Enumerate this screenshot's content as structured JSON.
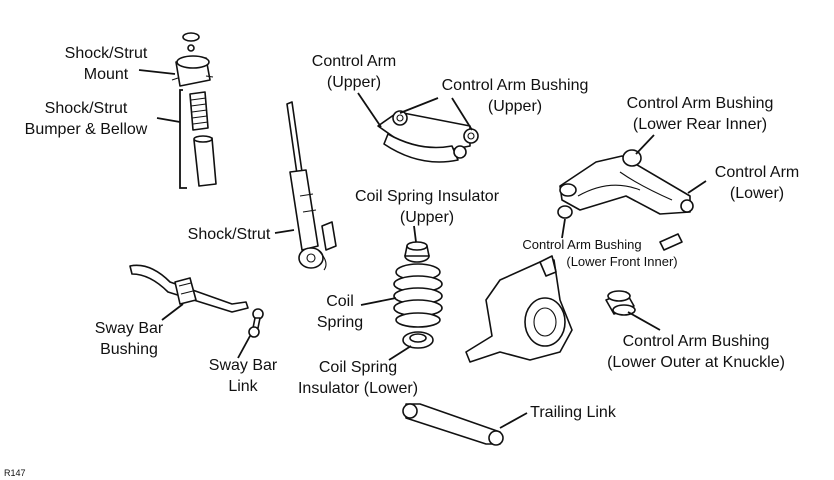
{
  "labels": {
    "shock_mount": [
      "Shock/Strut",
      "Mount"
    ],
    "bumper_bellow": [
      "Shock/Strut",
      "Bumper & Bellow"
    ],
    "shock_strut": [
      "Shock/Strut"
    ],
    "control_arm_upper": [
      "Control Arm",
      "(Upper)"
    ],
    "cab_upper": [
      "Control Arm Bushing",
      "(Upper)"
    ],
    "cab_lower_rear_inner": [
      "Control Arm Bushing",
      "(Lower Rear Inner)"
    ],
    "control_arm_lower": [
      "Control Arm",
      "(Lower)"
    ],
    "coil_insulator_upper": [
      "Coil Spring Insulator",
      "(Upper)"
    ],
    "cab_lower_front_inner": [
      "Control Arm Bushing",
      "(Lower Front Inner)"
    ],
    "coil_spring": [
      "Coil",
      "Spring"
    ],
    "sway_bar_bushing": [
      "Sway Bar",
      "Bushing"
    ],
    "sway_bar_link": [
      "Sway Bar",
      "Link"
    ],
    "coil_insulator_lower": [
      "Coil Spring",
      "Insulator (Lower)"
    ],
    "cab_lower_outer": [
      "Control Arm Bushing",
      "(Lower Outer at Knuckle)"
    ],
    "trailing_link": [
      "Trailing Link"
    ]
  },
  "figure_code": "R147"
}
